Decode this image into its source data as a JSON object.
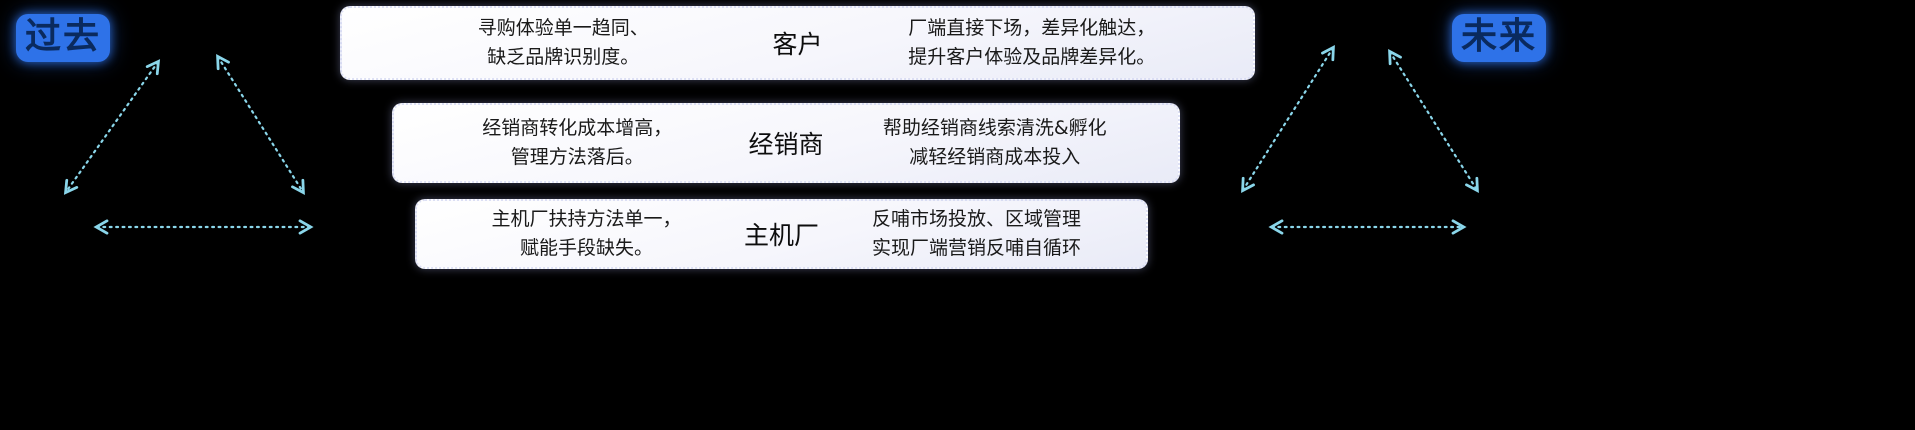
{
  "labels": {
    "past": "过去",
    "future": "未来"
  },
  "rows": [
    {
      "left": "寻购体验单一趋同、\n缺乏品牌识别度。",
      "center": "客户",
      "right": "厂端直接下场，差异化触达，\n提升客户体验及品牌差异化。"
    },
    {
      "left": "经销商转化成本增高，\n管理方法落后。",
      "center": "经销商",
      "right": "帮助经销商线索清洗&孵化\n减轻经销商成本投入"
    },
    {
      "left": "主机厂扶持方法单一，\n赋能手段缺失。",
      "center": "主机厂",
      "right": "反哺市场投放、区域管理\n实现厂端营销反哺自循环"
    }
  ],
  "colors": {
    "background": "#000000",
    "arrow": "#8ad6ea",
    "tag_bg": "#2e72e8",
    "tag_text": "#0a2a5e",
    "box_text": "#1a1a1a"
  }
}
